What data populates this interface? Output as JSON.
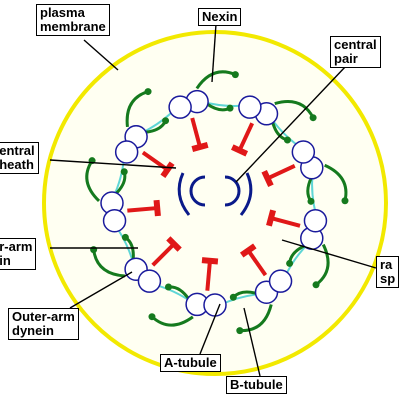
{
  "labels": {
    "plasma_membrane": [
      "plasma",
      "membrane"
    ],
    "nexin": "Nexin",
    "central_pair": [
      "central",
      "pair"
    ],
    "central_sheath": [
      "central",
      "sheath"
    ],
    "inner_arm_dynein": [
      "er-arm",
      "ein"
    ],
    "radial_spoke": [
      "ra",
      "sp"
    ],
    "outer_arm_dynein": [
      "Outer-arm",
      "dynein"
    ],
    "a_tubule": "A-tubule",
    "b_tubule": "B-tubule"
  },
  "colors": {
    "plasma_membrane": "#f2e900",
    "cytoplasm_fill": "#fffff2",
    "microtubule_outline": "#1a1a9c",
    "microtubule_fill": "#ffffff",
    "nexin_link": "#5fd6d6",
    "radial_spoke": "#e01818",
    "dynein_arm": "#157a1e",
    "central_pair": "#0a1a8a",
    "leader_line": "#000000"
  },
  "doublet_count": 9
}
